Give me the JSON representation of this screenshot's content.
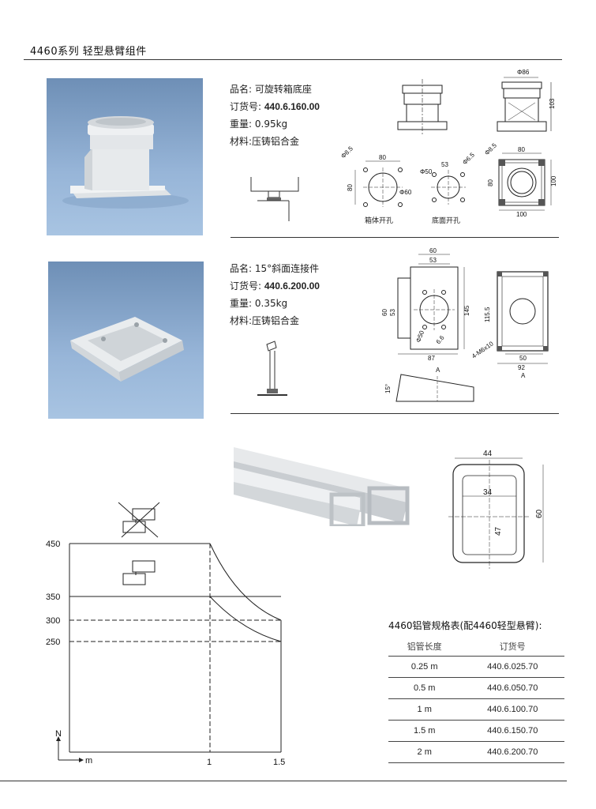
{
  "page": {
    "title": "4460系列 轻型悬臂组件"
  },
  "product1": {
    "name_label": "品名:",
    "name": "可旋转箱底座",
    "order_label": "订货号:",
    "order_no": "440.6.160.00",
    "weight_label": "重量:",
    "weight": "0.95kg",
    "material_label": "材料:",
    "material": "压铸铝合金",
    "caption_box": "箱体开孔",
    "caption_base": "底面开孔",
    "dims": {
      "phi86": "Φ86",
      "h103": "103",
      "phi85": "Φ8.5",
      "w80a": "80",
      "h80a": "80",
      "phi60": "Φ60",
      "phi50": "Φ50",
      "w53": "53",
      "phi65": "Φ6.5",
      "phi85b": "Φ8.5",
      "w80b": "80",
      "h80b": "80",
      "h100": "100",
      "w100": "100"
    }
  },
  "product2": {
    "name_label": "品名:",
    "name": "15°斜面连接件",
    "order_label": "订货号:",
    "order_no": "440.6.200.00",
    "weight_label": "重量:",
    "weight": "0.35kg",
    "material_label": "材料:",
    "material": "压铸铝合金",
    "dims": {
      "w60": "60",
      "w53": "53",
      "h60": "60",
      "h53": "53",
      "h145": "145",
      "phi50": "Φ50",
      "d66": "6.6",
      "w87": "87",
      "h1155": "115.5",
      "m6": "4-M6x10",
      "w50": "50",
      "w92": "92",
      "a1": "A",
      "a2": "A",
      "deg15": "15°"
    }
  },
  "profile": {
    "w44": "44",
    "w34": "34",
    "h47": "47",
    "h60": "60"
  },
  "load_chart": {
    "y_ticks": [
      "450",
      "350",
      "300",
      "250"
    ],
    "x_ticks": [
      "1",
      "1.5"
    ],
    "y_axis": "N",
    "x_axis": "m"
  },
  "table": {
    "title": "4460铝管规格表(配4460轻型悬臂):",
    "headers": [
      "铝管长度",
      "订货号"
    ],
    "rows": [
      [
        "0.25 m",
        "440.6.025.70"
      ],
      [
        "0.5 m",
        "440.6.050.70"
      ],
      [
        "1 m",
        "440.6.100.70"
      ],
      [
        "1.5 m",
        "440.6.150.70"
      ],
      [
        "2 m",
        "440.6.200.70"
      ]
    ]
  }
}
